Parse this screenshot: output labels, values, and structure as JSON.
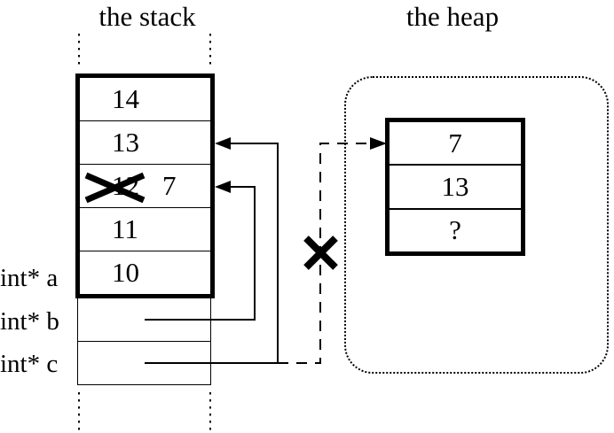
{
  "diagram": {
    "stack": {
      "title": "the stack",
      "cells": [
        "14",
        "13",
        "12",
        "11",
        "10"
      ],
      "replacement_value": "7",
      "pointer_labels": [
        "int* a",
        "int* b",
        "int* c"
      ]
    },
    "heap": {
      "title": "the heap",
      "cells": [
        "7",
        "13",
        "?"
      ]
    },
    "colors": {
      "ink": "#000000",
      "background": "#ffffff"
    },
    "icons": {
      "cross_out_mark": "✕",
      "dangling_pointer_mark": "✕",
      "arrowhead": "◄"
    }
  }
}
